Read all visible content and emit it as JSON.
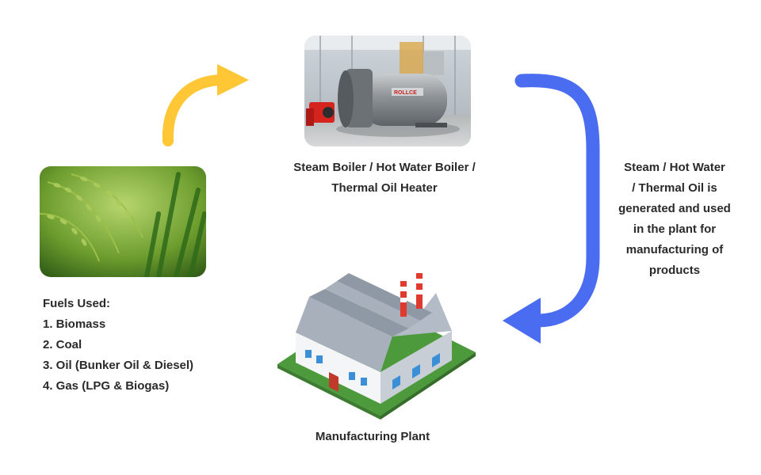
{
  "boiler": {
    "brand": "ROLLCE",
    "caption_line1": "Steam Boiler / Hot Water Boiler /",
    "caption_line2": "Thermal Oil Heater"
  },
  "output": {
    "lines": [
      "Steam / Hot Water",
      "/ Thermal Oil is",
      "generated and used",
      "in the plant for",
      "manufacturing of",
      "products"
    ]
  },
  "fuels": {
    "title": "Fuels Used:",
    "items": [
      "1. Biomass",
      "2. Coal",
      "3. Oil (Bunker Oil & Diesel)",
      "4. Gas (LPG & Biogas)"
    ]
  },
  "plant": {
    "caption": "Manufacturing Plant"
  },
  "colors": {
    "input_arrow": "#FFC636",
    "output_arrow": "#4A6CF0"
  },
  "icons": [
    "rice-plant-image",
    "boiler-image",
    "factory-icon",
    "curved-arrow-icon"
  ]
}
